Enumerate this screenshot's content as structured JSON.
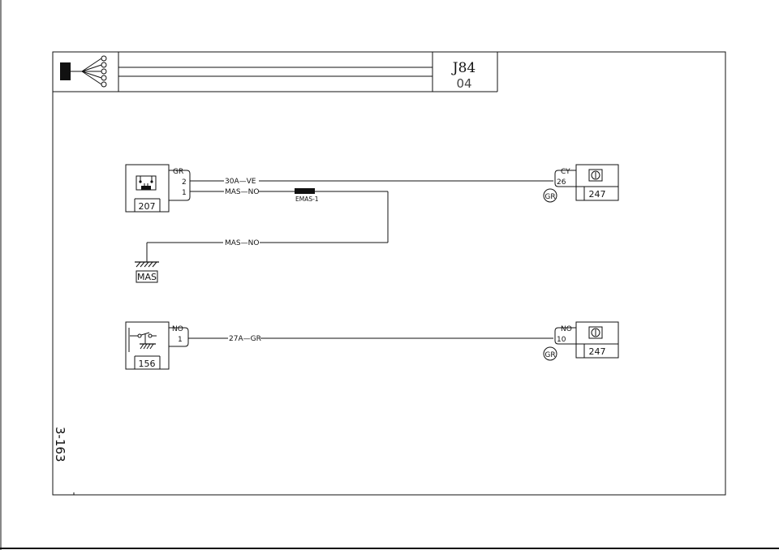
{
  "header": {
    "title": "J84",
    "subtitle": "04"
  },
  "page_ref": "3-163",
  "components": {
    "relay": {
      "id": "207",
      "wire_color": "GR",
      "pins": [
        "2",
        "1"
      ]
    },
    "ground": {
      "label": "MAS"
    },
    "switch": {
      "id": "156",
      "wire_color": "NO",
      "pin": "1"
    },
    "module_top": {
      "id": "247",
      "connector": "CY",
      "pin": "26",
      "ground_color": "GR"
    },
    "module_bottom": {
      "id": "247",
      "connector": "NO",
      "pin": "10",
      "ground_color": "GR"
    }
  },
  "wires": {
    "w1": "30A—VE",
    "w2": "MAS—NO",
    "w3": "MAS—NO",
    "w4": "27A—GR"
  },
  "splice": {
    "label": "EMAS-1"
  }
}
